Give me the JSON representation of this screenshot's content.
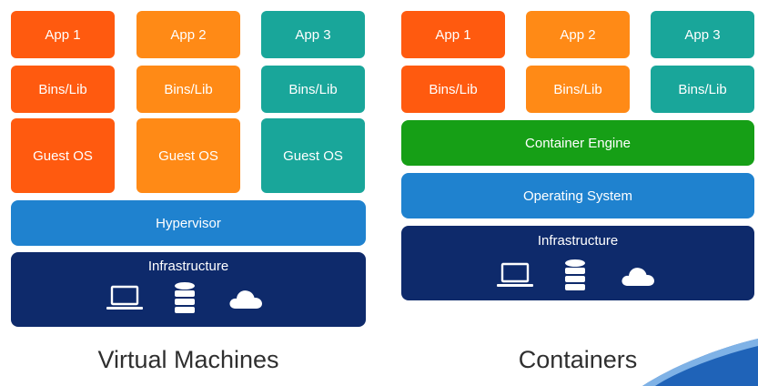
{
  "virtual_machines": {
    "apps": [
      {
        "app": "App 1",
        "bins": "Bins/Lib",
        "os": "Guest OS"
      },
      {
        "app": "App 2",
        "bins": "Bins/Lib",
        "os": "Guest OS"
      },
      {
        "app": "App 3",
        "bins": "Bins/Lib",
        "os": "Guest OS"
      }
    ],
    "hypervisor": "Hypervisor",
    "infrastructure": "Infrastructure",
    "icons": [
      "laptop-icon",
      "database-icon",
      "cloud-icon"
    ],
    "caption": "Virtual Machines"
  },
  "containers": {
    "apps": [
      {
        "app": "App 1",
        "bins": "Bins/Lib"
      },
      {
        "app": "App 2",
        "bins": "Bins/Lib"
      },
      {
        "app": "App 3",
        "bins": "Bins/Lib"
      }
    ],
    "engine": "Container Engine",
    "operating_system": "Operating System",
    "infrastructure": "Infrastructure",
    "icons": [
      "laptop-icon",
      "database-icon",
      "cloud-icon"
    ],
    "caption": "Containers"
  },
  "colors": {
    "app1": "#ff5a0f",
    "app2": "#ff8a16",
    "app3": "#19a69a",
    "hypervisor": "#1f82cf",
    "operating_system": "#1f82cf",
    "container_engine": "#169f16",
    "infrastructure": "#0e2a6b"
  }
}
